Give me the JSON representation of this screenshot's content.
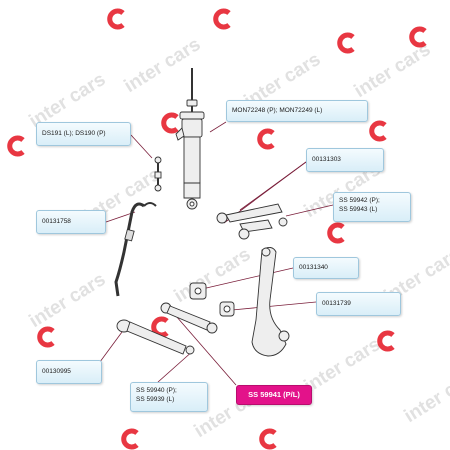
{
  "watermark": {
    "text": "inter cars",
    "brand_color": "#e30613",
    "mark": "c-logo"
  },
  "labels": {
    "ds": "DS191 (L);  DS190  (P)",
    "mon_line": "MON72248 (P);  MON72249 (L)",
    "p_131303": "00131303",
    "p_131758": "00131758",
    "ss_59942_p": "SS 59942 (P);",
    "ss_59943_l": "SS 59943 (L)",
    "p_131340": "00131340",
    "p_131739": "00131739",
    "p_130995": "00130995",
    "ss_59940_p": "SS 59940 (P);",
    "ss_59939_l": "SS 59939 (L)",
    "ss_59941": "SS 59941 (P/L)"
  },
  "colors": {
    "label_border": "#9fc7dd",
    "highlight": "#e3128a",
    "part_stroke": "#333333",
    "part_fill": "#eeeeee",
    "leader": "#7a1e3a"
  }
}
